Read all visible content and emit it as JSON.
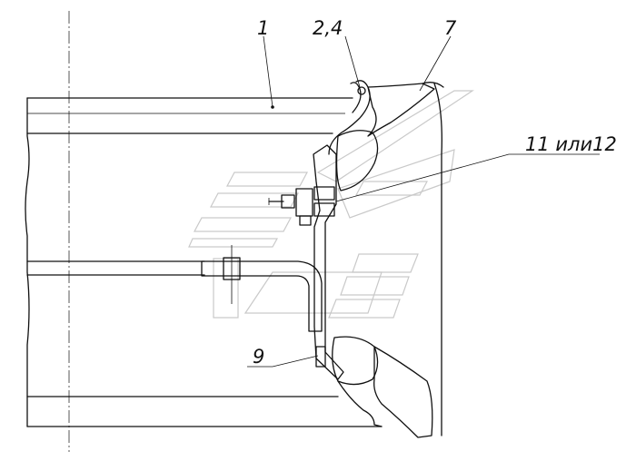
{
  "figure": {
    "callouts": {
      "item_1": "1",
      "item_2_4": "2,4",
      "item_7": "7",
      "item_11_12": "11 или12",
      "item_9": "9"
    },
    "colors": {
      "ink": "#111111",
      "watermark": "#c9c9c9",
      "background": "#ffffff"
    }
  }
}
